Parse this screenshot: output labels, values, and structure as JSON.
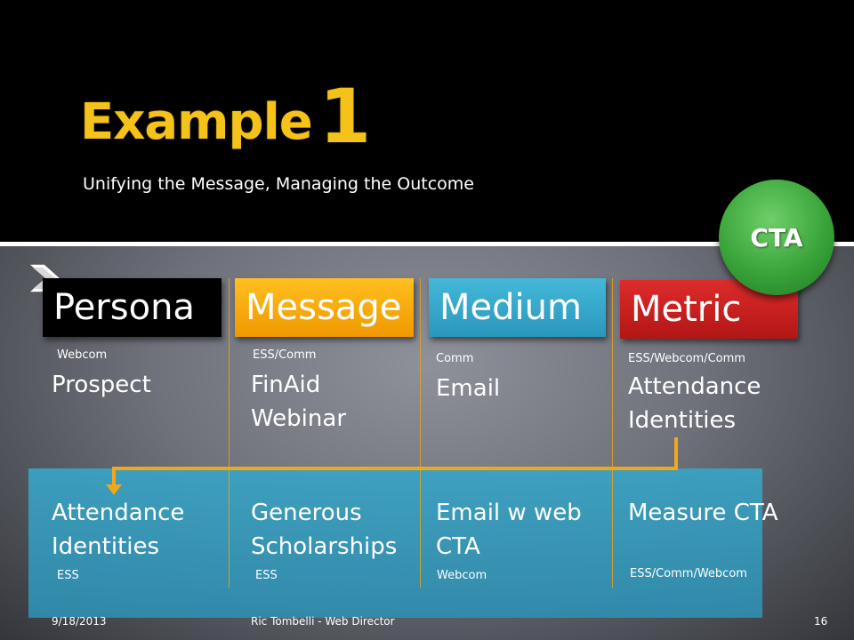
{
  "slide": {
    "title_word": "Example",
    "title_number": "1",
    "subtitle": "Unifying the Message, Managing the Outcome",
    "cta_label": "CTA"
  },
  "columns": [
    {
      "header": "Persona",
      "header_color": "#000000",
      "owner": "Webcom",
      "value": "Prospect",
      "bottom_value": "Attendance\nIdentities",
      "bottom_owner": "ESS"
    },
    {
      "header": "Message",
      "header_color": "#f7a600",
      "owner": "ESS/Comm",
      "value": "FinAid\nWebinar",
      "bottom_value": "Generous\nScholarships",
      "bottom_owner": "ESS"
    },
    {
      "header": "Medium",
      "header_color": "#30a6c9",
      "owner": "Comm",
      "value": "Email",
      "bottom_value": "Email w web\nCTA",
      "bottom_owner": "Webcom"
    },
    {
      "header": "Metric",
      "header_color": "#c81e1e",
      "owner": "ESS/Webcom/Comm",
      "value": "Attendance\nIdentities",
      "bottom_value": "Measure CTA",
      "bottom_owner": "ESS/Comm/Webcom"
    }
  ],
  "footer": {
    "date": "9/18/2013",
    "author": "Ric Tombelli - Web Director",
    "page_number": "16"
  },
  "colors": {
    "title": "#f5c21a",
    "accent_line": "#e8a317",
    "band": "#3aa3c4",
    "cta": "#3aa43a"
  }
}
